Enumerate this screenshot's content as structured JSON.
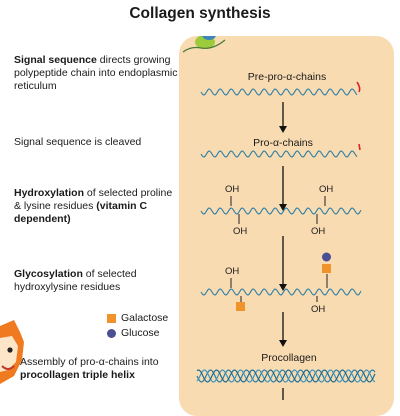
{
  "title": "Collagen synthesis",
  "steps": [
    {
      "bold": "Signal sequence",
      "rest": " directs growing polypeptide chain into endoplasmic reticulum",
      "post": ""
    },
    {
      "bold": "",
      "rest": "Signal sequence is cleaved",
      "post": ""
    },
    {
      "bold": "Hydroxylation",
      "rest": " of selected proline & lysine residues ",
      "post": "(vitamin C dependent)"
    },
    {
      "bold": "Glycosylation",
      "rest": " of selected hydroxylysine residues",
      "post": ""
    },
    {
      "bold": "",
      "rest": "Assembly of pro-α-chains into ",
      "post": "procollagen triple helix"
    }
  ],
  "legend": {
    "galactose": "Galactose",
    "glucose": "Glucose"
  },
  "diagram": {
    "label_pre_pro": "Pre-pro-α-chains",
    "label_pro": "Pro-α-chains",
    "label_procollagen": "Procollagen",
    "oh": "OH"
  },
  "colors": {
    "panel": "#f9dbb2",
    "chain": "#2a7fa6",
    "galactose": "#f0932b",
    "glucose": "#4b4f93",
    "signal": "#d62828"
  }
}
